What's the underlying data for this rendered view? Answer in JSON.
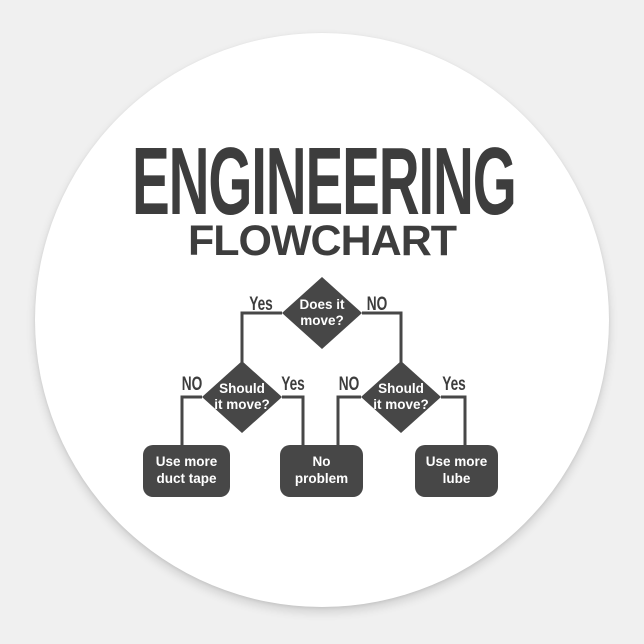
{
  "colors": {
    "background": "#f0f0f0",
    "sticker": "#ffffff",
    "ink": "#474747",
    "title_ink": "#3d3d3d",
    "node_text": "#ffffff"
  },
  "title": "ENGINEERING",
  "subtitle": "FLOWCHART",
  "flowchart": {
    "decisions": {
      "top": {
        "line1": "Does it",
        "line2": "move?"
      },
      "left": {
        "line1": "Should",
        "line2": "it move?"
      },
      "right": {
        "line1": "Should",
        "line2": "it move?"
      }
    },
    "labels": {
      "top_yes": "Yes",
      "top_no": "NO",
      "left_no": "NO",
      "left_yes": "Yes",
      "right_no": "NO",
      "right_yes": "Yes"
    },
    "results": {
      "duct_tape": {
        "line1": "Use more",
        "line2": "duct tape"
      },
      "no_problem": {
        "line1": "No",
        "line2": "problem"
      },
      "lube": {
        "line1": "Use more",
        "line2": "lube"
      }
    }
  }
}
